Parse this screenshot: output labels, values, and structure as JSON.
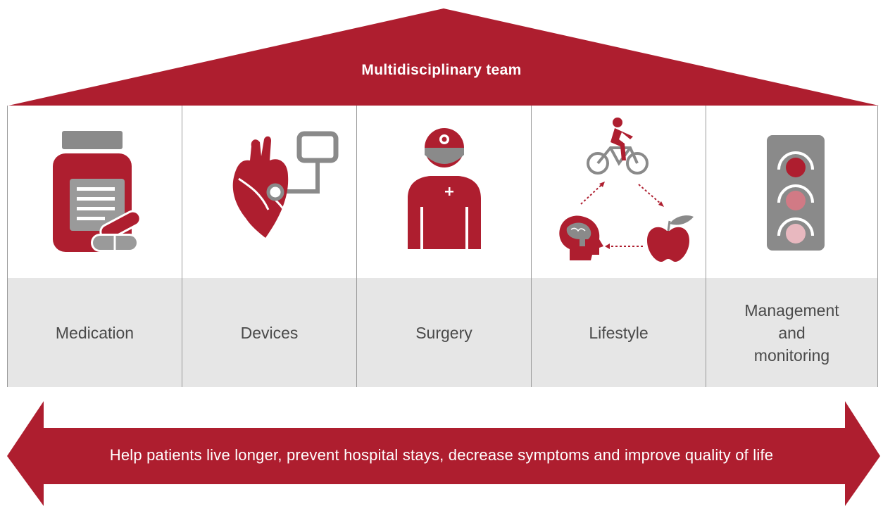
{
  "header": {
    "title": "Multidisciplinary team"
  },
  "pillars": [
    {
      "label": "Medication",
      "icon": "medicine-bottle-icon"
    },
    {
      "label": "Devices",
      "icon": "heart-device-icon"
    },
    {
      "label": "Surgery",
      "icon": "surgeon-icon"
    },
    {
      "label": "Lifestyle",
      "icon": "lifestyle-cycle-icon"
    },
    {
      "label": "Management\nand\nmonitoring",
      "icon": "traffic-light-icon"
    }
  ],
  "footer": {
    "goal": "Help patients live longer, prevent hospital stays, decrease symptoms and improve quality of life"
  },
  "colors": {
    "accent": "#ae1e2f",
    "gray": "#8a8a8a",
    "panel": "#e6e6e6"
  }
}
